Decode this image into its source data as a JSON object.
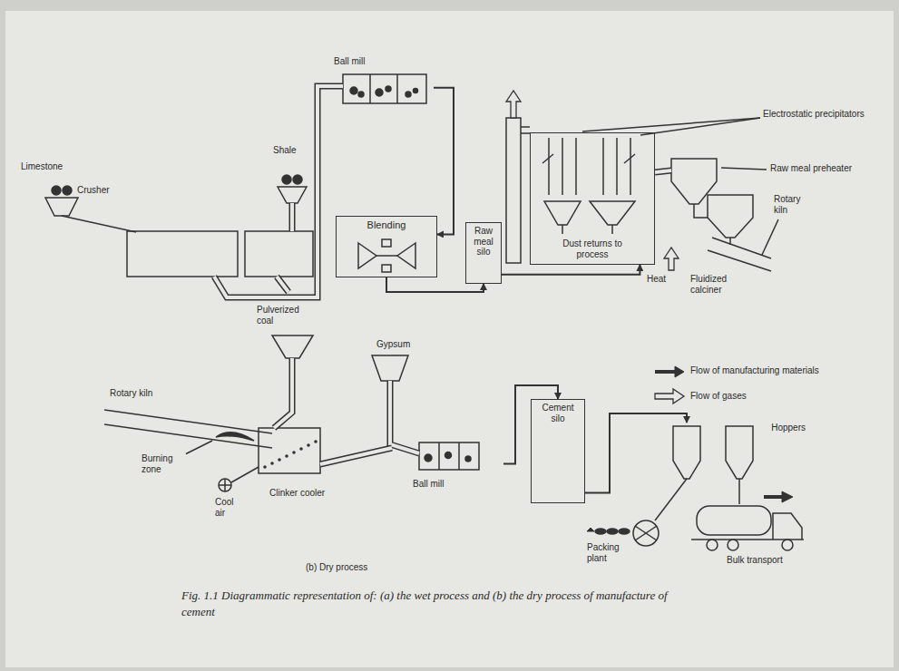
{
  "diagram": {
    "caption": "Fig. 1.1 Diagrammatic representation of: (a) the wet process and (b) the dry process of manufacture of cement",
    "nodes": [
      {
        "text": [
          "Ball mill"
        ]
      },
      {
        "text": [
          "Blending"
        ]
      },
      {
        "text": [
          "Raw meal silo"
        ]
      },
      {
        "text": [
          "Dust returns to process"
        ]
      },
      {
        "text": [
          "Cement silo"
        ]
      },
      {
        "text": [
          "Ball mill"
        ]
      },
      {
        "text": [
          "Hoppers"
        ]
      }
    ],
    "edges": [
      {
        "from": 0,
        "to": 1,
        "arrow": "to"
      },
      {
        "from": 1,
        "to": 2,
        "arrow": "to"
      },
      {
        "from": 2,
        "to": 3,
        "arrow": "to"
      },
      {
        "from": 5,
        "to": 4,
        "arrow": "to"
      },
      {
        "from": 4,
        "to": 6,
        "arrow": "to"
      }
    ],
    "labels": [
      "Limestone",
      "Crusher",
      "Shale",
      "Electrostatic precipitators",
      "Raw meal preheater",
      "Rotary kiln",
      "Fluidized calciner",
      "Heat",
      "Pulverized coal",
      "Gypsum",
      "Rotary kiln",
      "Burning zone",
      "Cool air",
      "Clinker cooler",
      "Packing plant",
      "Bulk transport",
      "(b) Dry process"
    ],
    "legend": [
      {
        "text": "Flow of manufacturing materials"
      },
      {
        "text": "Flow of gases"
      }
    ]
  }
}
